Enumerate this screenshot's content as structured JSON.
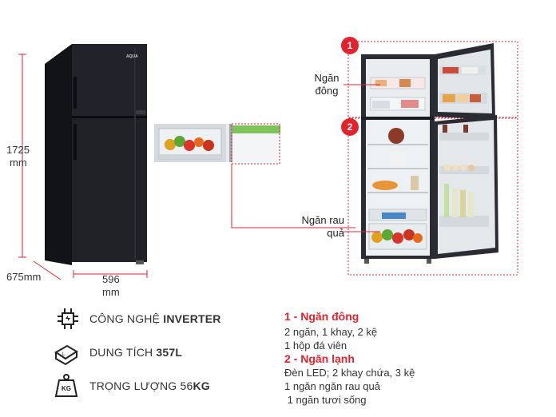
{
  "dimensions": {
    "height_value": "1725",
    "height_unit": "mm",
    "depth": "675mm",
    "width_value": "596",
    "width_unit": "mm"
  },
  "callouts": {
    "freezer_line1": "Ngăn",
    "freezer_line2": "đông",
    "crisper_line1": "Ngăn rau",
    "crisper_line2": "quả",
    "badge_1": "1",
    "badge_2": "2"
  },
  "specs": {
    "inverter_prefix": "CÔNG NGHỆ ",
    "inverter_bold": "INVERTER",
    "capacity_prefix": "DUNG TÍCH ",
    "capacity_bold": "357L",
    "weight_prefix": "TRỌNG LƯỢNG 56",
    "weight_bold": "KG",
    "weight_icon_label": "KG"
  },
  "compartments": {
    "freezer_title": "1 - Ngăn đông",
    "freezer_line1": "2 ngăn, 1 khay, 2 kệ",
    "freezer_line2": "1 hộp đá viên",
    "fridge_title": "2 - Ngăn lạnh",
    "fridge_line1": "Đèn LED; 2 khay chứa, 3 kệ",
    "fridge_line2": "1 ngăn ngăn rau quả",
    "fridge_line3": " 1 ngăn tươi sống"
  },
  "colors": {
    "accent_red": "#e3222c",
    "fridge_body": "#1c1d22"
  },
  "brand": "AQUA"
}
